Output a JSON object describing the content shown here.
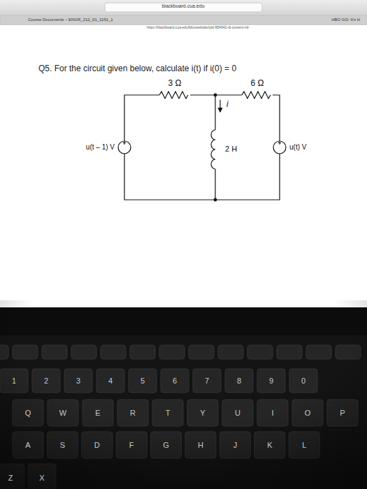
{
  "diagram": {
    "title": "Q5. For the circuit given below, calculate i(t) if i(0) = 0",
    "labels": [
      "blackboard.cua.edu",
      "Course Documents – ENGR_212_01_1161_1",
      "https://blackboard.cua.edu/bbcswebdav/pid-954942-dt-content-rid-",
      "HBO GO: It's H",
      "3 Ω",
      "6 Ω",
      "i",
      "2 H",
      "u(t – 1) V",
      "+",
      "+",
      "u(t) V",
      "1",
      "2",
      "3",
      "4",
      "5",
      "6",
      "7",
      "8",
      "9",
      "0",
      "Q",
      "W",
      "E",
      "R",
      "T",
      "Y",
      "U",
      "I",
      "O",
      "P",
      "A",
      "S",
      "D",
      "F",
      "G",
      "H",
      "J",
      "K",
      "L",
      "Z",
      "X"
    ]
  }
}
